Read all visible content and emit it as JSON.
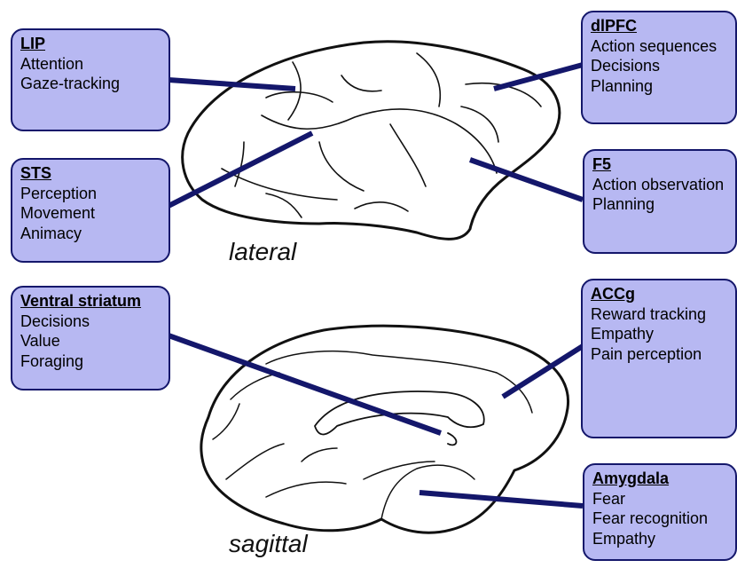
{
  "colors": {
    "box_fill": "#b7b8f2",
    "box_border": "#14176b",
    "connector": "#14176b",
    "outline": "#111111"
  },
  "views": {
    "lateral": "lateral",
    "sagittal": "sagittal"
  },
  "regions": {
    "lip": {
      "title": "LIP",
      "items": [
        "Attention",
        "Gaze-tracking"
      ]
    },
    "dlpfc": {
      "title": "dlPFC",
      "items": [
        "Action sequences",
        "Decisions",
        "Planning"
      ]
    },
    "sts": {
      "title": "STS",
      "items": [
        "Perception",
        "Movement",
        "Animacy"
      ]
    },
    "f5": {
      "title": "F5",
      "items": [
        "Action observation",
        "Planning"
      ]
    },
    "vs": {
      "title": "Ventral striatum",
      "items": [
        "Decisions",
        "Value",
        "Foraging"
      ]
    },
    "accg": {
      "title": "ACCg",
      "items": [
        "Reward tracking",
        "Empathy",
        "Pain perception"
      ]
    },
    "amyg": {
      "title": "Amygdala",
      "items": [
        "Fear",
        "Fear recognition",
        "Empathy"
      ]
    }
  }
}
